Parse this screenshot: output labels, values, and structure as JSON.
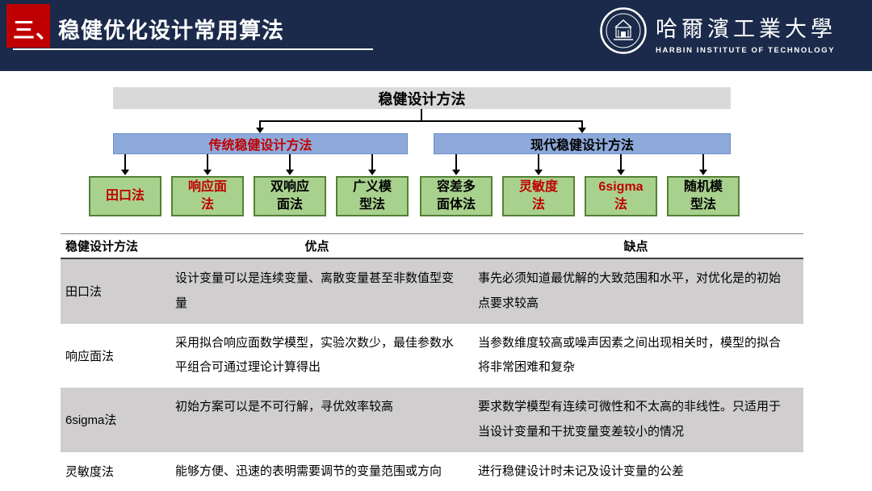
{
  "colors": {
    "header_bg": "#1b2a4a",
    "accent_red": "#c00000",
    "root_box_bg": "#d9d9d9",
    "branch_box_bg": "#8eaadb",
    "leaf_box_bg": "#a9d18e",
    "leaf_box_border": "#538135",
    "table_alt_row_bg": "#d0cece"
  },
  "header": {
    "title": "三、稳健优化设计常用算法",
    "logo_cn": "哈爾濱工業大學",
    "logo_en": "HARBIN INSTITUTE OF TECHNOLOGY"
  },
  "flowchart": {
    "root": "稳健设计方法",
    "branches": [
      {
        "label": "传统稳健设计方法"
      },
      {
        "label": "现代稳健设计方法"
      }
    ],
    "leaves": [
      {
        "l1": "田口法",
        "l2": ""
      },
      {
        "l1": "响应面",
        "l2": "法"
      },
      {
        "l1": "双响应",
        "l2": "面法"
      },
      {
        "l1": "广义模",
        "l2": "型法"
      },
      {
        "l1": "容差多",
        "l2": "面体法"
      },
      {
        "l1": "灵敏度",
        "l2": "法"
      },
      {
        "l1": "6sigma",
        "l2": "法"
      },
      {
        "l1": "随机模",
        "l2": "型法"
      }
    ]
  },
  "table": {
    "headers": [
      "稳健设计方法",
      "优点",
      "缺点"
    ],
    "rows": [
      {
        "method": "田口法",
        "pros": "设计变量可以是连续变量、离散变量甚至非数值型变量",
        "cons": "事先必须知道最优解的大致范围和水平，对优化是的初始点要求较高"
      },
      {
        "method": "响应面法",
        "pros": "采用拟合响应面数学模型，实验次数少，最佳参数水平组合可通过理论计算得出",
        "cons": "当参数维度较高或噪声因素之间出现相关时，模型的拟合将非常困难和复杂"
      },
      {
        "method": "6sigma法",
        "pros": "初始方案可以是不可行解，寻优效率较高",
        "cons": "要求数学模型有连续可微性和不太高的非线性。只适用于当设计变量和干扰变量变差较小的情况"
      },
      {
        "method": "灵敏度法",
        "pros": "能够方便、迅速的表明需要调节的变量范围或方向",
        "cons": "进行稳健设计时未记及设计变量的公差"
      }
    ]
  }
}
